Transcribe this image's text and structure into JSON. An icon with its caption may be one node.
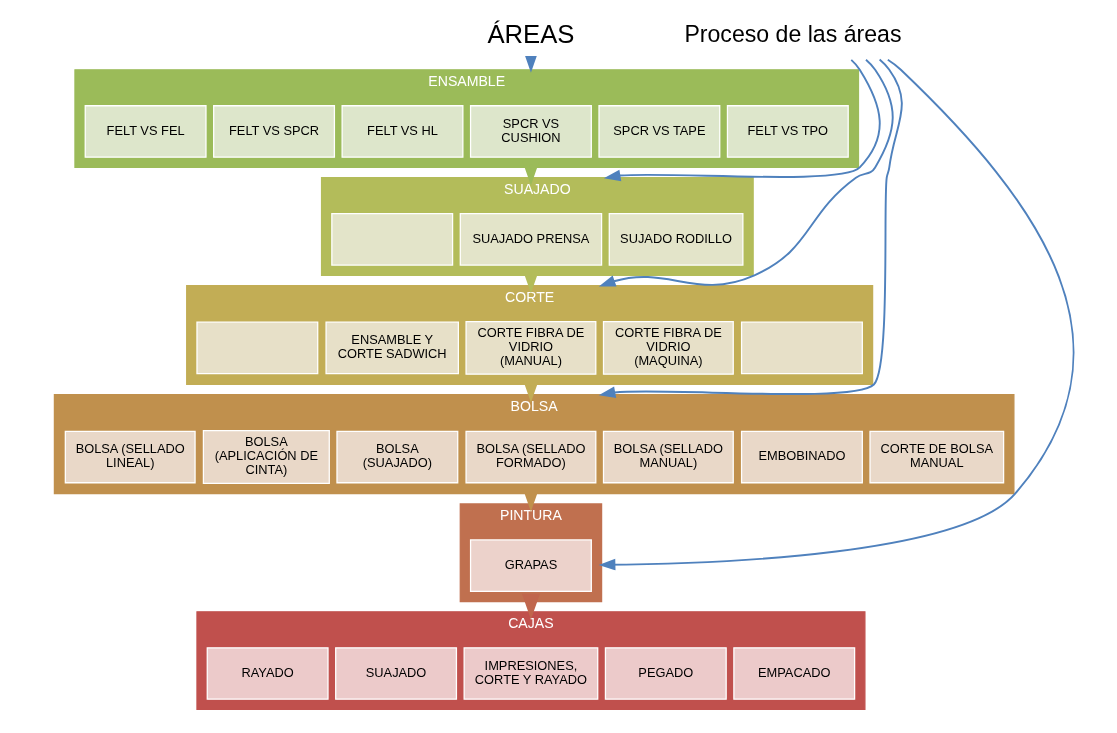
{
  "diagram": {
    "nodes": [
      {
        "text": [
          "ÁREAS"
        ]
      },
      {
        "text": [
          "ENSAMBLE"
        ]
      },
      {
        "text": [
          "FELT VS FEL"
        ],
        "in": 1
      },
      {
        "text": [
          "FELT VS SPCR"
        ],
        "in": 1
      },
      {
        "text": [
          "FELT VS HL"
        ],
        "in": 1
      },
      {
        "text": [
          "SPCR VS CUSHION"
        ],
        "in": 1
      },
      {
        "text": [
          "SPCR VS TAPE"
        ],
        "in": 1
      },
      {
        "text": [
          "FELT VS TPO"
        ],
        "in": 1
      },
      {
        "text": [
          "SUAJADO"
        ]
      },
      {
        "text": [],
        "shape": "box",
        "in": 8
      },
      {
        "text": [
          "SUAJADO PRENSA"
        ],
        "in": 8
      },
      {
        "text": [
          "SUJADO RODILLO"
        ],
        "in": 8
      },
      {
        "text": [
          "CORTE"
        ]
      },
      {
        "text": [],
        "shape": "box",
        "in": 12
      },
      {
        "text": [
          "ENSAMBLE Y CORTE SADWICH"
        ],
        "in": 12
      },
      {
        "text": [
          "CORTE FIBRA DE VIDRIO (MANUAL)"
        ],
        "in": 12
      },
      {
        "text": [
          "CORTE FIBRA DE VIDRIO (MAQUINA)"
        ],
        "in": 12
      },
      {
        "text": [],
        "shape": "box",
        "in": 12
      },
      {
        "text": [
          "BOLSA"
        ]
      },
      {
        "text": [
          "BOLSA (SELLADO LINEAL)"
        ],
        "in": 18
      },
      {
        "text": [
          "BOLSA (APLICACIÓN DE CINTA)"
        ],
        "in": 18
      },
      {
        "text": [
          "BOLSA (SUAJADO)"
        ],
        "in": 18
      },
      {
        "text": [
          "BOLSA (SELLADO FORMADO)"
        ],
        "in": 18
      },
      {
        "text": [
          "BOLSA (SELLADO MANUAL)"
        ],
        "in": 18
      },
      {
        "text": [
          "EMBOBINADO"
        ],
        "in": 18
      },
      {
        "text": [
          "CORTE DE BOLSA MANUAL"
        ],
        "in": 18
      },
      {
        "text": [
          "PINTURA"
        ]
      },
      {
        "text": [
          "GRAPAS"
        ],
        "in": 26
      },
      {
        "text": [
          "CAJAS"
        ]
      },
      {
        "text": [
          "RAYADO"
        ],
        "in": 28
      },
      {
        "text": [
          "SUAJADO"
        ],
        "in": 28
      },
      {
        "text": [
          "IMPRESIONES, CORTE Y RAYADO"
        ],
        "in": 28
      },
      {
        "text": [
          "PEGADO"
        ],
        "in": 28
      },
      {
        "text": [
          "EMPACADO"
        ],
        "in": 28
      },
      {
        "text": [
          "Proceso de las áreas"
        ]
      }
    ],
    "edges": [
      {
        "from": 0,
        "to": 1,
        "arrow": "to"
      },
      {
        "from": 1,
        "to": 8,
        "arrow": "to",
        "color": "#9bbb59"
      },
      {
        "from": 8,
        "to": 12,
        "arrow": "to",
        "color": "#b3bc5a"
      },
      {
        "from": 12,
        "to": 18,
        "arrow": "to",
        "color": "#c2ad55"
      },
      {
        "from": 18,
        "to": 26,
        "arrow": "to",
        "color": "#c0904d"
      },
      {
        "from": 26,
        "to": 28,
        "arrow": "to",
        "color": "#c0664d"
      },
      {
        "from": 34,
        "to": 8,
        "arrow": "to"
      },
      {
        "from": 34,
        "to": 12,
        "arrow": "to"
      },
      {
        "from": 34,
        "to": 18,
        "arrow": "to"
      },
      {
        "from": 34,
        "to": 26,
        "arrow": "to"
      }
    ]
  }
}
